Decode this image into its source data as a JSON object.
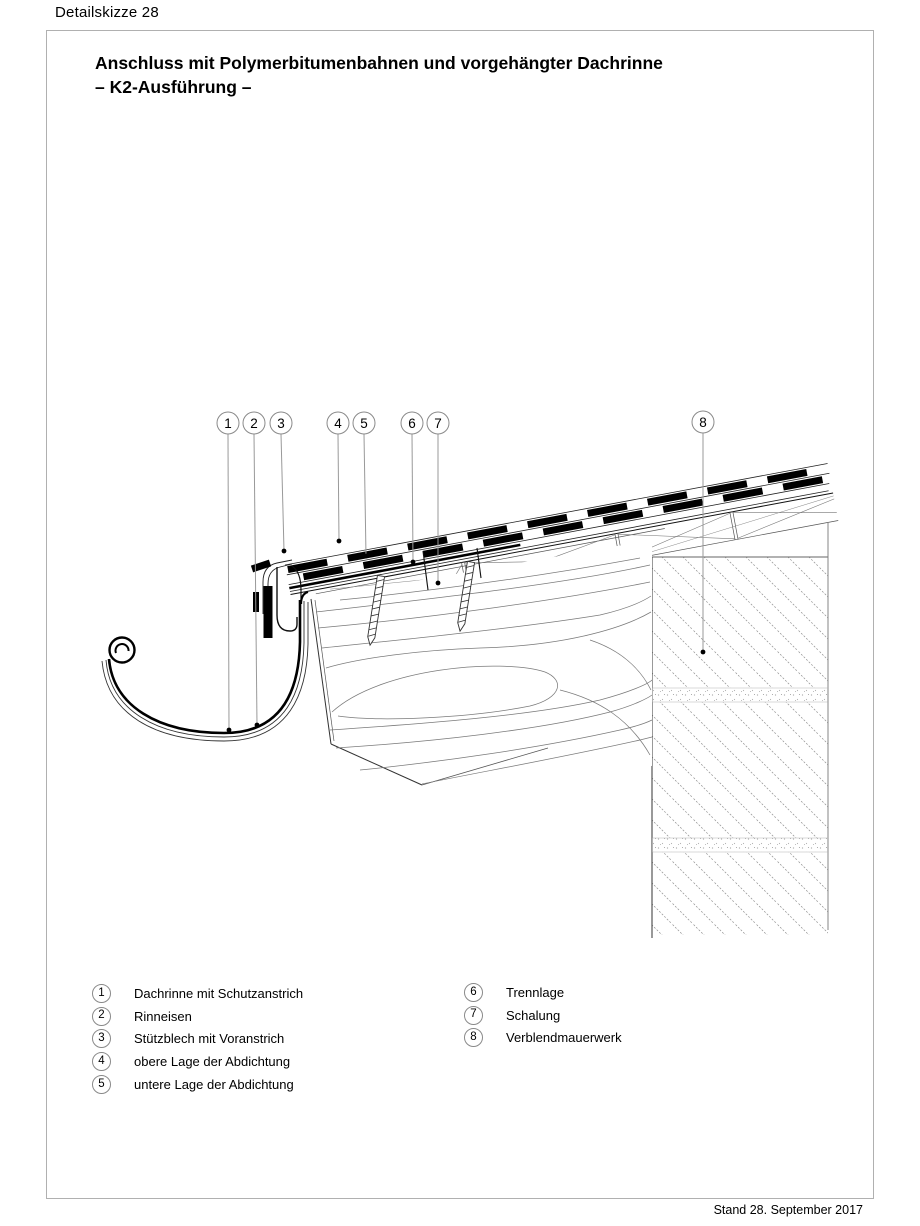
{
  "page": {
    "doc_label": "Detailskizze 28",
    "footer": "Stand 28. September 2017"
  },
  "title": {
    "line1": "Anschluss mit Polymerbitumenbahnen und vorgehängter Dachrinne",
    "line2": "– K2-Ausführung –"
  },
  "callouts": [
    {
      "num": "1",
      "label": "Dachrinne mit Schutzanstrich"
    },
    {
      "num": "2",
      "label": "Rinneisen"
    },
    {
      "num": "3",
      "label": "Stützblech mit Voranstrich"
    },
    {
      "num": "4",
      "label": "obere Lage der Abdichtung"
    },
    {
      "num": "5",
      "label": "untere Lage der Abdichtung"
    },
    {
      "num": "6",
      "label": "Trennlage"
    },
    {
      "num": "7",
      "label": "Schalung"
    },
    {
      "num": "8",
      "label": "Verblendmauerwerk"
    }
  ],
  "colors": {
    "ink": "#000000",
    "leader_gray": "#999999",
    "frame_gray": "#b0b0b0",
    "hatch_gray": "#909090"
  }
}
